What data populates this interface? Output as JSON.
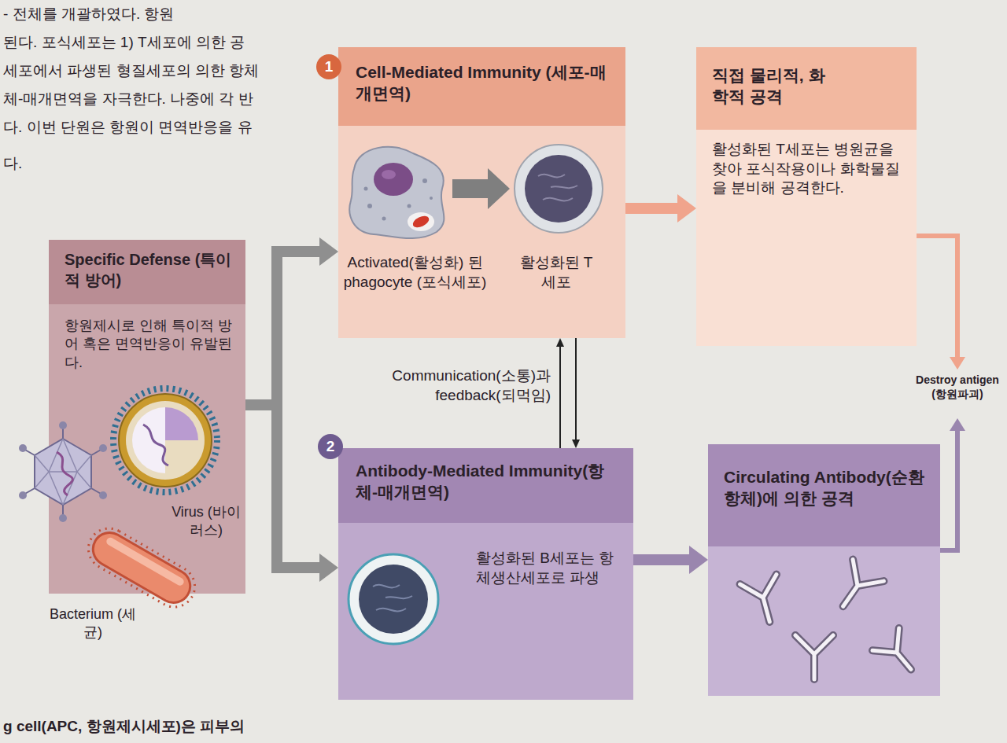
{
  "diagram": {
    "nodes": [
      {
        "text": [
          "Specific Defense (특이적 방어)",
          "항원제시로 인해 특이적 방어 혹은 면역반응이 유발된다."
        ]
      },
      {
        "text": [
          "Cell-Mediated Immunity (세포-매개면역)"
        ]
      },
      {
        "text": [
          "직접 물리적, 화학적 공격",
          "활성화된 T세포는 병원균을 찾아 포식작용이나 화학물질을 분비해 공격한다."
        ]
      },
      {
        "text": [
          "Antibody-Mediated Immunity(항체-매개면역)",
          "활성화된 B세포는 항체생산세포로 파생"
        ]
      },
      {
        "text": [
          "Circulating Antibody(순환항체)에 의한 공격"
        ]
      },
      {
        "text": [
          "Destroy antigen (항원파괴)"
        ]
      }
    ],
    "edges": [
      {
        "from": 0,
        "to": 1,
        "arrow": "to"
      },
      {
        "from": 0,
        "to": 3,
        "arrow": "to"
      },
      {
        "from": 1,
        "to": 2,
        "arrow": "to"
      },
      {
        "from": 1,
        "to": 3,
        "label": "Communication(소통)과 feedback(되먹임)",
        "arrow": "both"
      },
      {
        "from": 3,
        "to": 4,
        "arrow": "to"
      },
      {
        "from": 2,
        "to": 5,
        "arrow": "to"
      },
      {
        "from": 4,
        "to": 5,
        "arrow": "to"
      }
    ],
    "labels": [
      "- 전체를 개괄하였다. 항원",
      "된다. 포식세포는 1) T세포에 의한 공",
      "세포에서 파생된 형질세포의 의한 항체",
      "체-매개면역을 자극한다. 나중에 각 반",
      "다. 이번 단원은 항원이 면역반응을 유",
      "다.",
      "1",
      "2",
      "Virus (바이러스)",
      "Bacterium (세균)",
      "Activated(활성화) 된 phagocyte (포식세포)",
      "활성화된 T세포",
      "g cell(APC, 항원제시세포)은 피부의"
    ]
  }
}
